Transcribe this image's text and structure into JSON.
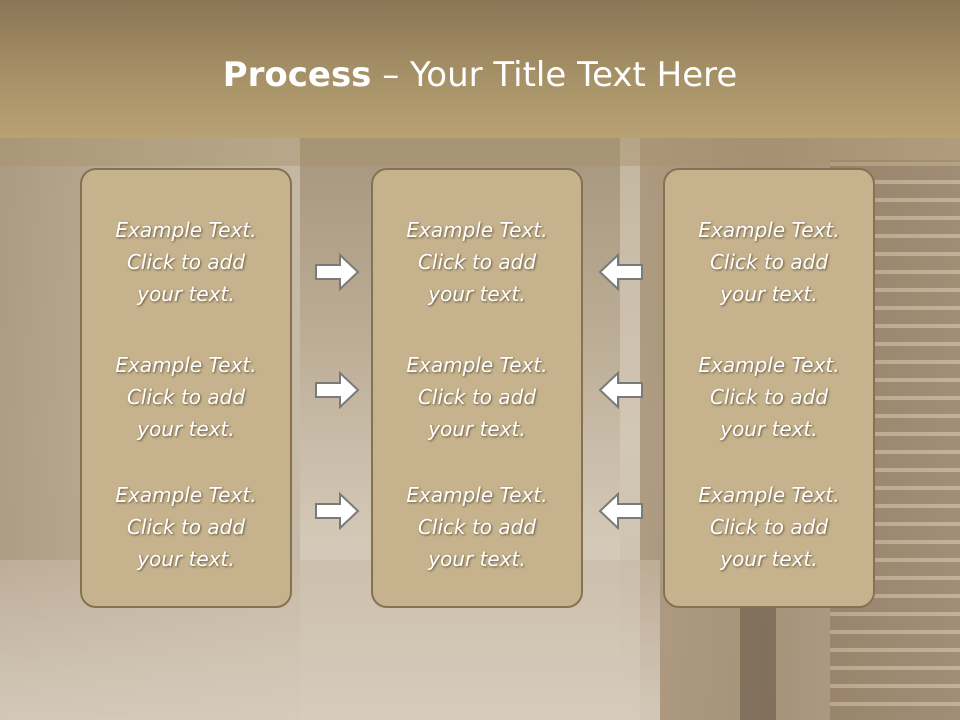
{
  "title": {
    "bold": "Process",
    "rest": " – Your Title Text Here"
  },
  "columns": [
    {
      "items": [
        [
          "Example Text.",
          "Click  to add",
          "your text."
        ],
        [
          "Example Text.",
          "Click  to add",
          "your text."
        ],
        [
          "Example Text.",
          "Click  to add",
          "your text."
        ]
      ]
    },
    {
      "items": [
        [
          "Example Text.",
          "Click  to add",
          "your text."
        ],
        [
          "Example Text.",
          "Click  to add",
          "your text."
        ],
        [
          "Example Text.",
          "Click  to add",
          "your text."
        ]
      ]
    },
    {
      "items": [
        [
          "Example Text.",
          "Click  to add",
          "your text."
        ],
        [
          "Example Text.",
          "Click  to add",
          "your text."
        ],
        [
          "Example Text.",
          "Click  to add",
          "your text."
        ]
      ]
    }
  ],
  "arrows": {
    "left_group": "arrow-right-icon",
    "right_group": "arrow-left-icon"
  },
  "colors": {
    "title_bar": "#a48e65",
    "box_fill": "#c6b38d",
    "box_border": "#857252",
    "arrow_fill": "#ffffff",
    "arrow_stroke": "#7a7a7a"
  }
}
